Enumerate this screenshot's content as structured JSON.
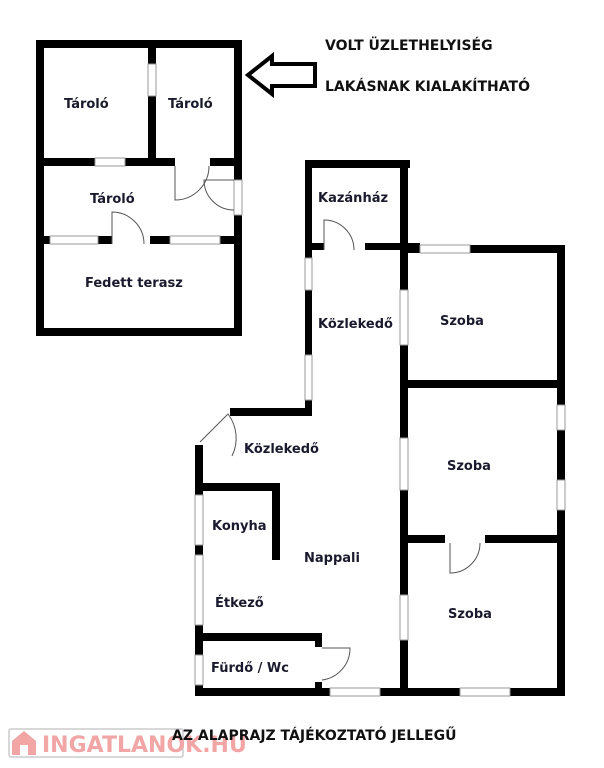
{
  "header": {
    "line1": "VOLT ÜZLETHELYISÉG",
    "line2": "LAKÁSNAK KIALAKÍTHATÓ"
  },
  "outbuilding_rooms": [
    "Tároló",
    "Tároló",
    "Tároló",
    "Fedett terasz"
  ],
  "house_rooms": {
    "boiler": "Kazánház",
    "hall_upper": "Közlekedő",
    "hall_lower": "Közlekedő",
    "room1": "Szoba",
    "room2": "Szoba",
    "room3": "Szoba",
    "kitchen": "Konyha",
    "living": "Nappali",
    "dining": "Étkező",
    "bath": "Fürdő / Wc"
  },
  "footer_note": "AZ ALAPRAJZ TÁJÉKOZTATÓ JELLEGŰ",
  "watermark": "INGATLANOK.HU"
}
